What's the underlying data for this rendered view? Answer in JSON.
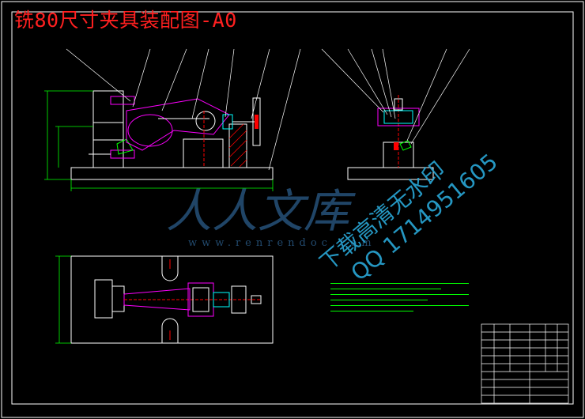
{
  "title": "铣80尺寸夹具装配图-A0",
  "watermark": {
    "logo_text": "人人文库",
    "url": "www.renrendoc.com",
    "diagonal_line1": "下载高清无水印",
    "diagonal_line2": "QQ 1714951605",
    "color": "#2aa8d8"
  },
  "colors": {
    "background": "#000000",
    "outline": "#ffffff",
    "part": "#ff00ff",
    "dimension": "#00ff00",
    "hatch": "#ff0000",
    "title": "#ff2020",
    "accent": "#00ffff"
  }
}
